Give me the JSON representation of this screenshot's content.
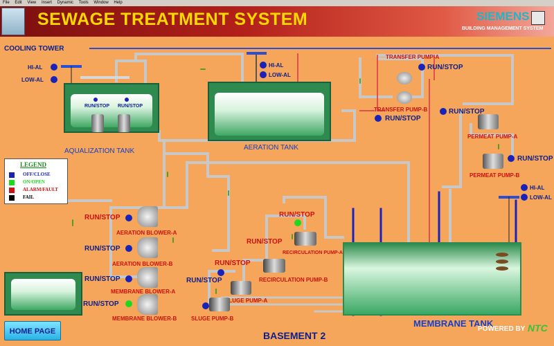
{
  "menu": [
    "File",
    "Edit",
    "View",
    "Insert",
    "Dynamic",
    "Tools",
    "Window",
    "Help"
  ],
  "header": {
    "title": "SEWAGE TREATMENT SYSTEM",
    "brand": "SIEMENS",
    "subtitle": "BUILDING MANAGEMENT SYSTEM"
  },
  "labels": {
    "cooling_tower": "COOLING TOWER",
    "aqualization_tank": "AQUALIZATION TANK",
    "aeration_tank": "AERATION TANK",
    "membrane_tank": "MEMBRANE TANK",
    "basement": "BASEMENT 2",
    "hi_al": "HI-AL",
    "low_al": "LOW-AL",
    "run_stop": "RUN/STOP",
    "transfer_pump_a": "TRANSFER PUMP-A",
    "transfer_pump_b": "TRANSFER PUMP-B",
    "permeat_pump_a": "PERMEAT PUMP-A",
    "permeat_pump_b": "PERMEAT PUMP-B",
    "aeration_blower_a": "AERATION BLOWER-A",
    "aeration_blower_b": "AERATION BLOWER-B",
    "membrane_blower_a": "MEMBRANE BLOWER-A",
    "membrane_blower_b": "MEMBRANE BLOWER-B",
    "recirculation_pump_a": "RECIRCULATION PUMP-A",
    "recirculation_pump_b": "RECIRCULATION PUMP-B",
    "sluge_pump_a": "SLUGE PUMP-A",
    "sluge_pump_b": "SLUGE PUMP-B"
  },
  "legend": {
    "title": "LEGEND",
    "items": [
      {
        "color": "#1a23b8",
        "label": "OFF/CLOSE",
        "text_color": "#1a23b8"
      },
      {
        "color": "#1ed81e",
        "label": "ON/OPEN",
        "text_color": "#1ed81e"
      },
      {
        "color": "#d01010",
        "label": "ALARM/FAULT",
        "text_color": "#d01010"
      },
      {
        "color": "#000000",
        "label": "FAIL",
        "text_color": "#000000"
      }
    ]
  },
  "nav": {
    "home_label": "HOME PAGE"
  },
  "footer": {
    "powered_by": "POWERED BY",
    "brand": "NTC"
  },
  "colors": {
    "background": "#f5a65a",
    "off": "#1a23b8",
    "on": "#1ed81e",
    "alarm": "#d01010",
    "tank": "#2f8a50"
  },
  "status": {
    "aeration_blower_a": "off",
    "aeration_blower_b": "off",
    "membrane_blower_a": "off",
    "membrane_blower_b": "on",
    "recirculation_pump_a": "on",
    "recirculation_pump_b": "off",
    "sluge_pump_a": "off",
    "sluge_pump_b": "off",
    "transfer_pump_a": "off",
    "transfer_pump_b": "off",
    "permeat_pump_a": "off",
    "permeat_pump_b": "off"
  }
}
